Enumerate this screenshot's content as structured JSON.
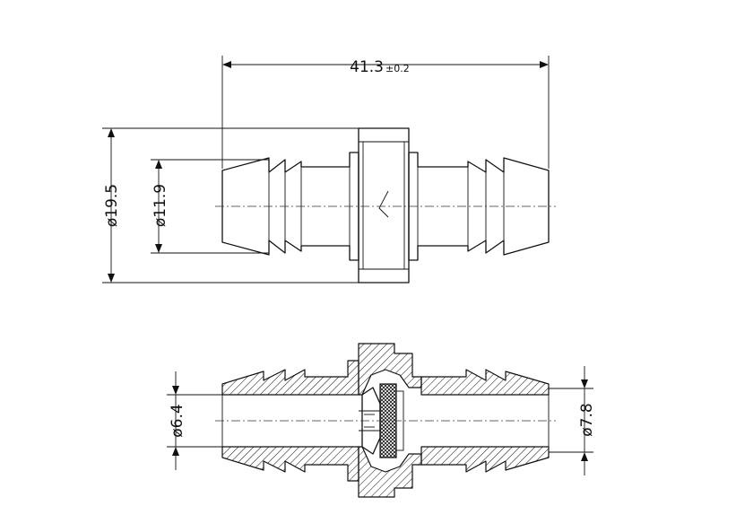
{
  "dimensions": {
    "overall_length": "41.3",
    "overall_length_tolerance": "±0.2",
    "outer_diameter": "ø19.5",
    "barb_diameter": "ø11.9",
    "bore_left": "ø6.4",
    "bore_right": "ø7.8"
  },
  "colors": {
    "line": "#111111",
    "background": "#ffffff"
  }
}
